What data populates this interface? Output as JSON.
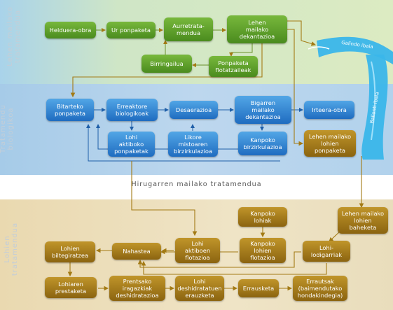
{
  "section_labels": {
    "primary": "Lehen mailako\ntratamendua",
    "biological": "Tratamendu\nbiologikoa",
    "tertiary": "Hirugarren mailako tratamendua",
    "sludge": "Lohien\ntratamendua"
  },
  "nodes": {
    "helduera_obra": "Helduera-obra",
    "ur_ponpaketa": "Ur ponpaketa",
    "aurretratamendua": "Aurretrata-\nmendua",
    "lehen_dekantazioa": "Lehen\nmailako\ndekantazioa",
    "birringailua": "Birringailua",
    "ponpaketa_flotatzaileak": "Ponpaketa\nflotatzaileak",
    "bitarteko_ponpaketa": "Bitarteko\nponpaketa",
    "erreaktore_biologikoak": "Erreaktore\nbiologikoak",
    "desaerazioa": "Desaerazioa",
    "bigarren_dekantazioa": "Bigarren\nmailako\ndekantazioa",
    "irteera_obra": "Irteera-obra",
    "lohi_aktiboko_ponpaketak": "Lohi\naktiboko\nponpaketak",
    "likore_birzirkulazioa": "Likore\nmistoaren\nbirzirkulazioa",
    "kanpoko_birzirkulazioa": "Kanpoko\nbirzirkulazioa",
    "lehen_lohien_ponpaketa": "Lehen mailako\nlohien\nponpaketa",
    "kanpoko_lohiak": "Kanpoko\nlohiak",
    "lehen_lohien_baheketa": "Lehen mailako\nlohien\nbaheketa",
    "lohien_biltegiratzea": "Lohien\nbiltegiratzea",
    "nahastea": "Nahastea",
    "lohi_aktiboen_flotazioa": "Lohi\naktiboen\nflotazioa",
    "kanpoko_lohien_flotazioa": "Kanpoko\nlohien\nflotazioa",
    "lohi_lodigarriak": "Lohi-\nlodigarriak",
    "lohiaren_prestaketa": "Lohiaren\nprestaketa",
    "prentsako_deshidratazioa": "Prentsako\niragazkiak\ndeshidratazioa",
    "lohi_deshidratatuen_erauzketa": "Lohi\ndeshidratatuen\nerauzketa",
    "errausketa": "Errausketa",
    "errautsak": "Errautsak\n(baimendutako\nhondakindegia)"
  },
  "rivers": {
    "galindo": "Galindo ibaia",
    "ballonti": "Ballonti ibaia"
  },
  "colors": {
    "primary_band": "#d3e6bd",
    "biological_band": "#b7d4ec",
    "sludge_band": "#ece0c0",
    "green_node": "#5a9a28",
    "blue_node": "#2e83d2",
    "brown_node": "#a37a14",
    "river": "#33b4e8",
    "wire": "#a37a14"
  }
}
